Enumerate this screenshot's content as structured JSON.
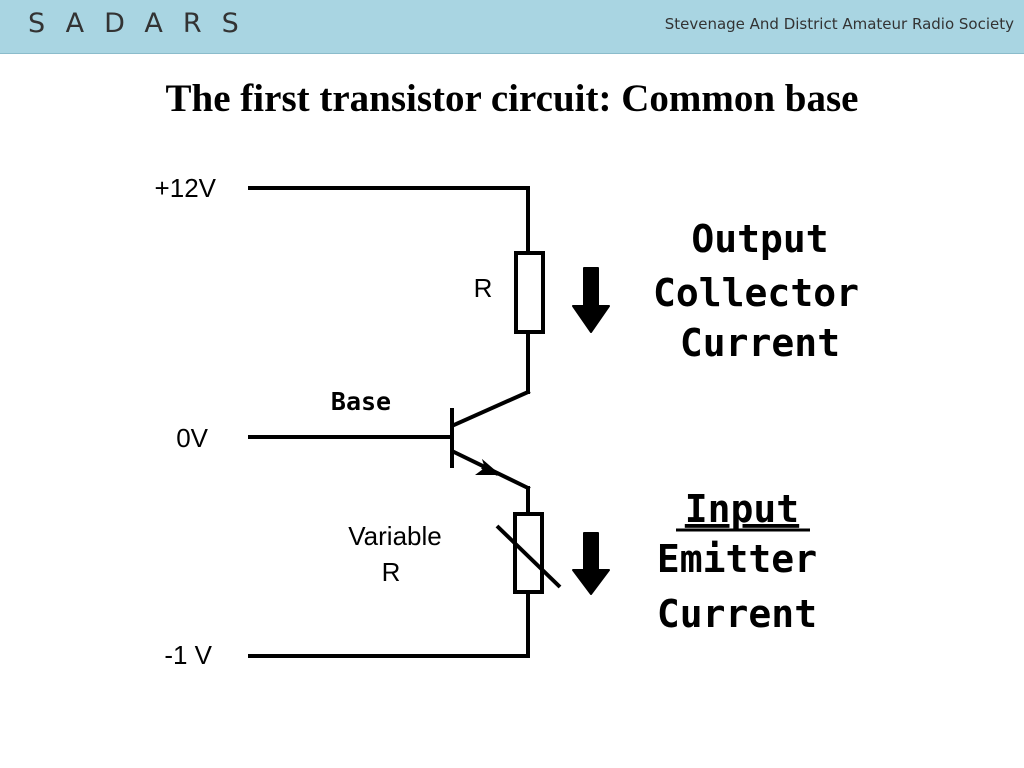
{
  "header": {
    "logo": "SADARS",
    "society": "Stevenage And District Amateur Radio Society"
  },
  "title": "The first transistor circuit: Common base",
  "diagram": {
    "rails": {
      "top": "+12V",
      "middle": "0V",
      "bottom": "-1 V"
    },
    "resistor_label": "R",
    "base_label": "Base",
    "variable_label_line1": "Variable",
    "variable_label_line2": "R",
    "output": {
      "line1": "Output",
      "line2": "Collector",
      "line3": "Current"
    },
    "input": {
      "line1": "Input",
      "line2": "Emitter",
      "line3": "Current"
    }
  }
}
